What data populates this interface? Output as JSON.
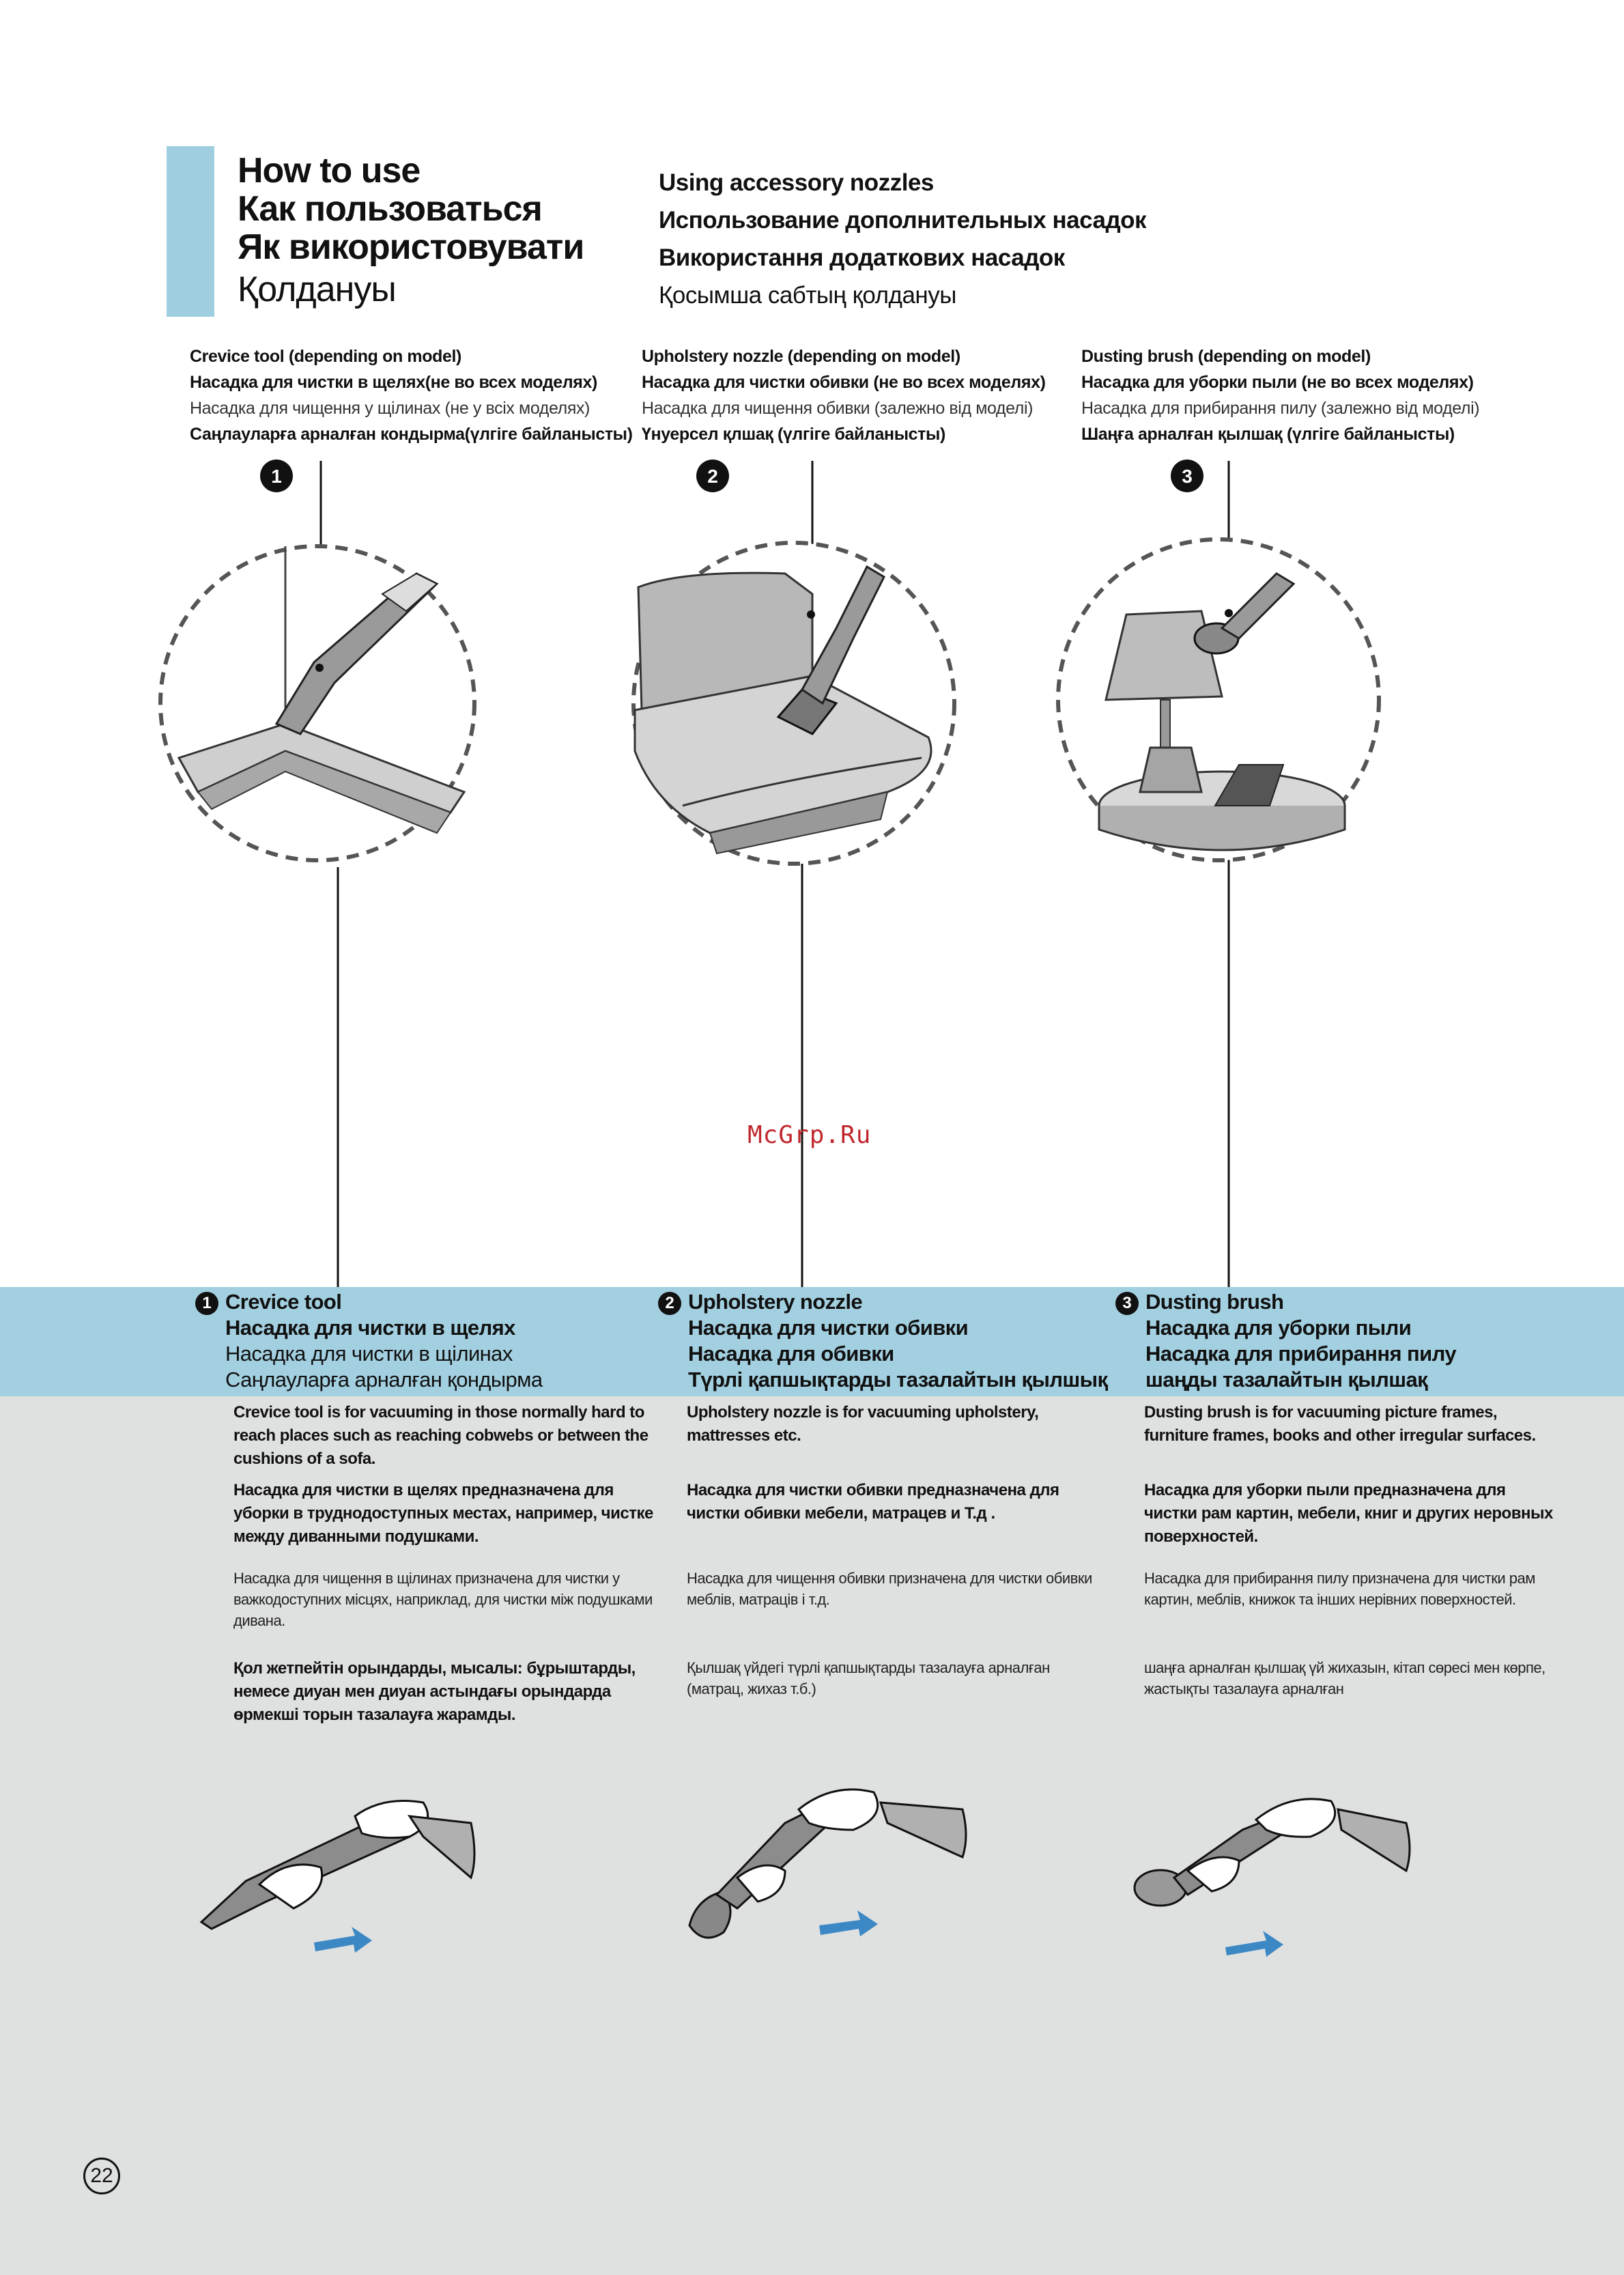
{
  "header": {
    "title_lines": [
      "How to use",
      "Как пользоваться",
      "Як використовувати",
      "Қолдануы"
    ],
    "subtitle_lines": [
      "Using accessory nozzles",
      "Использование дополнительных насадок",
      "Використання додаткових насадок",
      "Қосымша сабтың қолдануы"
    ]
  },
  "captions": [
    {
      "number": "1",
      "lines": [
        "Crevice tool (depending on model)",
        "Насадка для чистки в щелях(не во всех моделях)",
        "Насадка для чищення у щілинах (не у всіх моделях)",
        "Саңлауларға арналған кондырма(үлгіге байланысты)"
      ]
    },
    {
      "number": "2",
      "lines": [
        "Upholstery nozzle (depending on model)",
        "Насадка для чистки обивки (не во всех моделях)",
        "Насадка для чищення обивки (залежно від моделі)",
        "Үнуерсел қлшақ (үлгіге байланысты)"
      ]
    },
    {
      "number": "3",
      "lines": [
        "Dusting brush (depending on model)",
        "Насадка для уборки пыли (не во всех моделях)",
        "Насадка для прибирання пилу (залежно від моделі)",
        "Шаңға арналған қылшақ (үлгіге байланысты)"
      ]
    }
  ],
  "watermark": "McGrp.Ru",
  "sections": [
    {
      "number": "1",
      "heading": [
        "Crevice tool",
        "Насадка для чистки в щелях",
        "Насадка для чистки в щілинах",
        "Саңлауларға арналған қондырма"
      ],
      "paragraphs": [
        "Crevice tool is for vacuuming in those normally hard to reach places such as reaching cobwebs or between the cushions of a sofa.",
        "Насадка для чистки в щелях предназначена для уборки в труднодоступных местах, например, чистке между диванными подушками.",
        "Насадка для чищення в щілинах призначена для чистки у важкодоступних місцях, наприклад, для чистки між подушками дивана.",
        "Қол жетпейтін орындарды, мысалы: бұрыштарды, немесе диуан мен диуан астындағы орындарда өрмекші торын тазалауға жарамды."
      ]
    },
    {
      "number": "2",
      "heading": [
        "Upholstery nozzle",
        "Насадка для чистки обивки",
        "Насадка для обивки",
        "Түрлі қапшықтарды тазалайтын қылшық"
      ],
      "paragraphs": [
        "Upholstery nozzle is for vacuuming upholstery, mattresses etc.",
        "Насадка для чистки обивки предназначена для чистки обивки мебели, матрацев и Т.д .",
        "Насадка для чищення обивки призначена для чистки обивки меблів, матраців і т.д.",
        "Қылшақ үйдегі түрлі қапшықтарды тазалауға арналған (матрац, жихаз т.б.)"
      ]
    },
    {
      "number": "3",
      "heading": [
        "Dusting brush",
        "Насадка для уборки пыли",
        "Насадка для прибирання пилу",
        "шаңды тазалайтын қылшақ"
      ],
      "paragraphs": [
        "Dusting brush is for vacuuming picture frames, furniture frames, books and other irregular surfaces.",
        "Насадка для уборки пыли предназначена для чистки рам картин, мебели, книг и других неровных поверхностей.",
        "Насадка для прибирання пилу призначена для чистки рам картин, меблів, книжок та інших нерівних поверхностей.",
        "шаңға арналған қылшақ үй жихазын, кітап сөресі мен көрпе, жастықты тазалауға арналған"
      ]
    }
  ],
  "page_number": "22",
  "colors": {
    "accent": "#9fcfdf",
    "band": "#a3d0e1",
    "grey_panel": "#dfe0e0",
    "watermark": "#c0272d"
  }
}
